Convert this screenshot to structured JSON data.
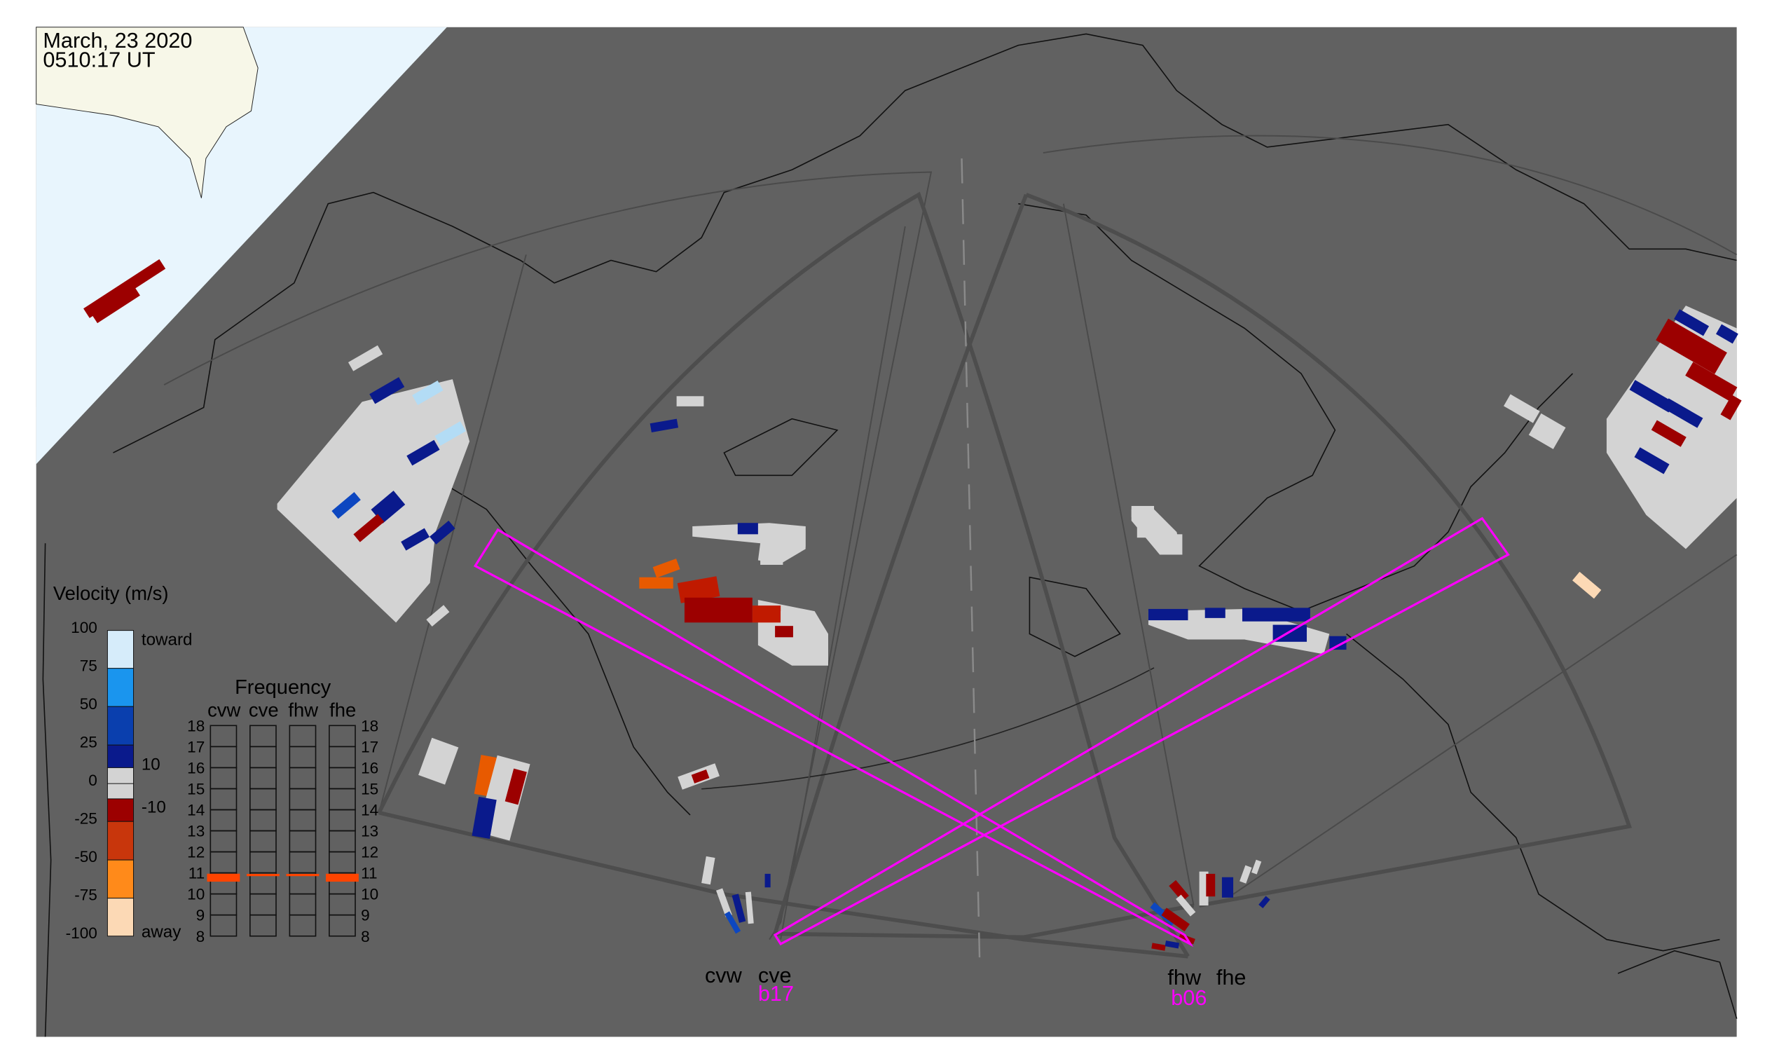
{
  "header": {
    "date": "March, 23 2020",
    "time": "0510:17 UT"
  },
  "velocity_legend": {
    "title": "Velocity (m/s)",
    "ticks": [
      "100",
      "75",
      "50",
      "25",
      "0",
      "-25",
      "-50",
      "-75",
      "-100"
    ],
    "toward_label": "toward",
    "away_label": "away",
    "plus_threshold": "10",
    "minus_threshold": "-10",
    "colors": [
      "#d6ecfa",
      "#1a95ee",
      "#0a3fae",
      "#0a1a8c",
      "#d3d3d3",
      "#9c0000",
      "#c8360c",
      "#ff8a1a",
      "#fcd9b5"
    ]
  },
  "frequency_legend": {
    "title": "Frequency",
    "ticks": [
      "18",
      "17",
      "16",
      "15",
      "14",
      "13",
      "12",
      "11",
      "10",
      "9",
      "8"
    ],
    "radars": [
      {
        "name": "cvw",
        "freq_mhz": 10.8,
        "band": "wide"
      },
      {
        "name": "cve",
        "freq_mhz": 10.9,
        "band": "thin"
      },
      {
        "name": "fhw",
        "freq_mhz": 10.9,
        "band": "thin"
      },
      {
        "name": "fhe",
        "freq_mhz": 10.8,
        "band": "wide"
      }
    ],
    "marker_color": "#ff4400"
  },
  "radar_sites": {
    "cvw": "cvw",
    "cve": "cve",
    "fhw": "fhw",
    "fhe": "fhe",
    "cve_beam": "b17",
    "fhw_beam": "b06"
  },
  "colors": {
    "map_bg": "#616161",
    "ocean": "#e8f5fd",
    "land": "#f7f7e8",
    "beam": "#ff00ff",
    "fan": "#4a4a4a"
  }
}
